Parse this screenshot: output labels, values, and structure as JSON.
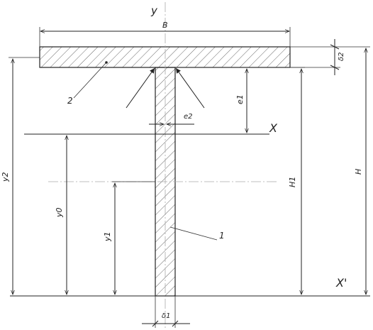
{
  "labels": {
    "y_axis": "y",
    "flange_width": "B",
    "flange_thickness": "δ2",
    "part_2": "2",
    "part_1": "1",
    "e1": "e1",
    "e2": "e2",
    "x_axis": "X",
    "x_prime_axis": "X'",
    "H1": "H1",
    "H": "H",
    "y2": "y2",
    "y0": "y0",
    "y1": "y1",
    "web_thickness": "δ1"
  }
}
